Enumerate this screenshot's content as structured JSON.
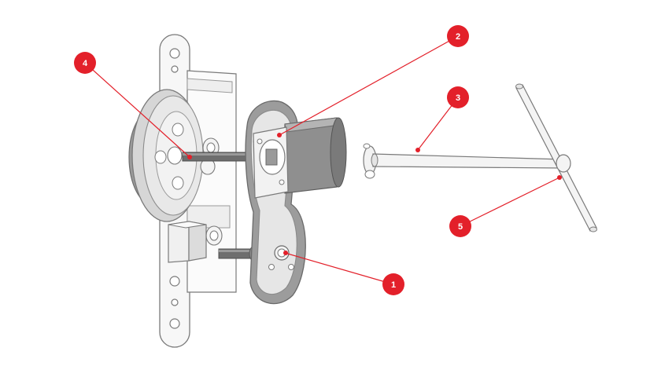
{
  "colors": {
    "callout": "#e3202a",
    "leader": "#e3202a",
    "outline": "#7a7a7a",
    "metal_light": "#ececec",
    "metal_mid": "#cfcfcf",
    "metal_dark": "#8c8c8c",
    "rod_dark": "#5d5d5d"
  },
  "callouts": [
    {
      "id": "1",
      "label": "1",
      "part": "lever-pivot-screw"
    },
    {
      "id": "2",
      "label": "2",
      "part": "spindle-drive-housing"
    },
    {
      "id": "3",
      "label": "3",
      "part": "connecting-rod"
    },
    {
      "id": "4",
      "label": "4",
      "part": "center-shaft"
    },
    {
      "id": "5",
      "label": "5",
      "part": "t-handle"
    }
  ]
}
